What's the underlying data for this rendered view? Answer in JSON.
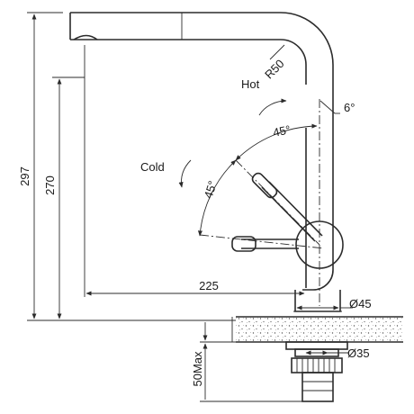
{
  "dimensions": {
    "total_height": "297",
    "spout_height": "270",
    "reach": "225",
    "bend_radius": "R50",
    "body_diameter": "Ø45",
    "shank_diameter": "Ø35",
    "max_deck_thickness": "50Max"
  },
  "angles": {
    "swivel_hot": "6°",
    "handle_hot": "45°",
    "handle_cold": "45°"
  },
  "labels": {
    "hot": "Hot",
    "cold": "Cold"
  }
}
